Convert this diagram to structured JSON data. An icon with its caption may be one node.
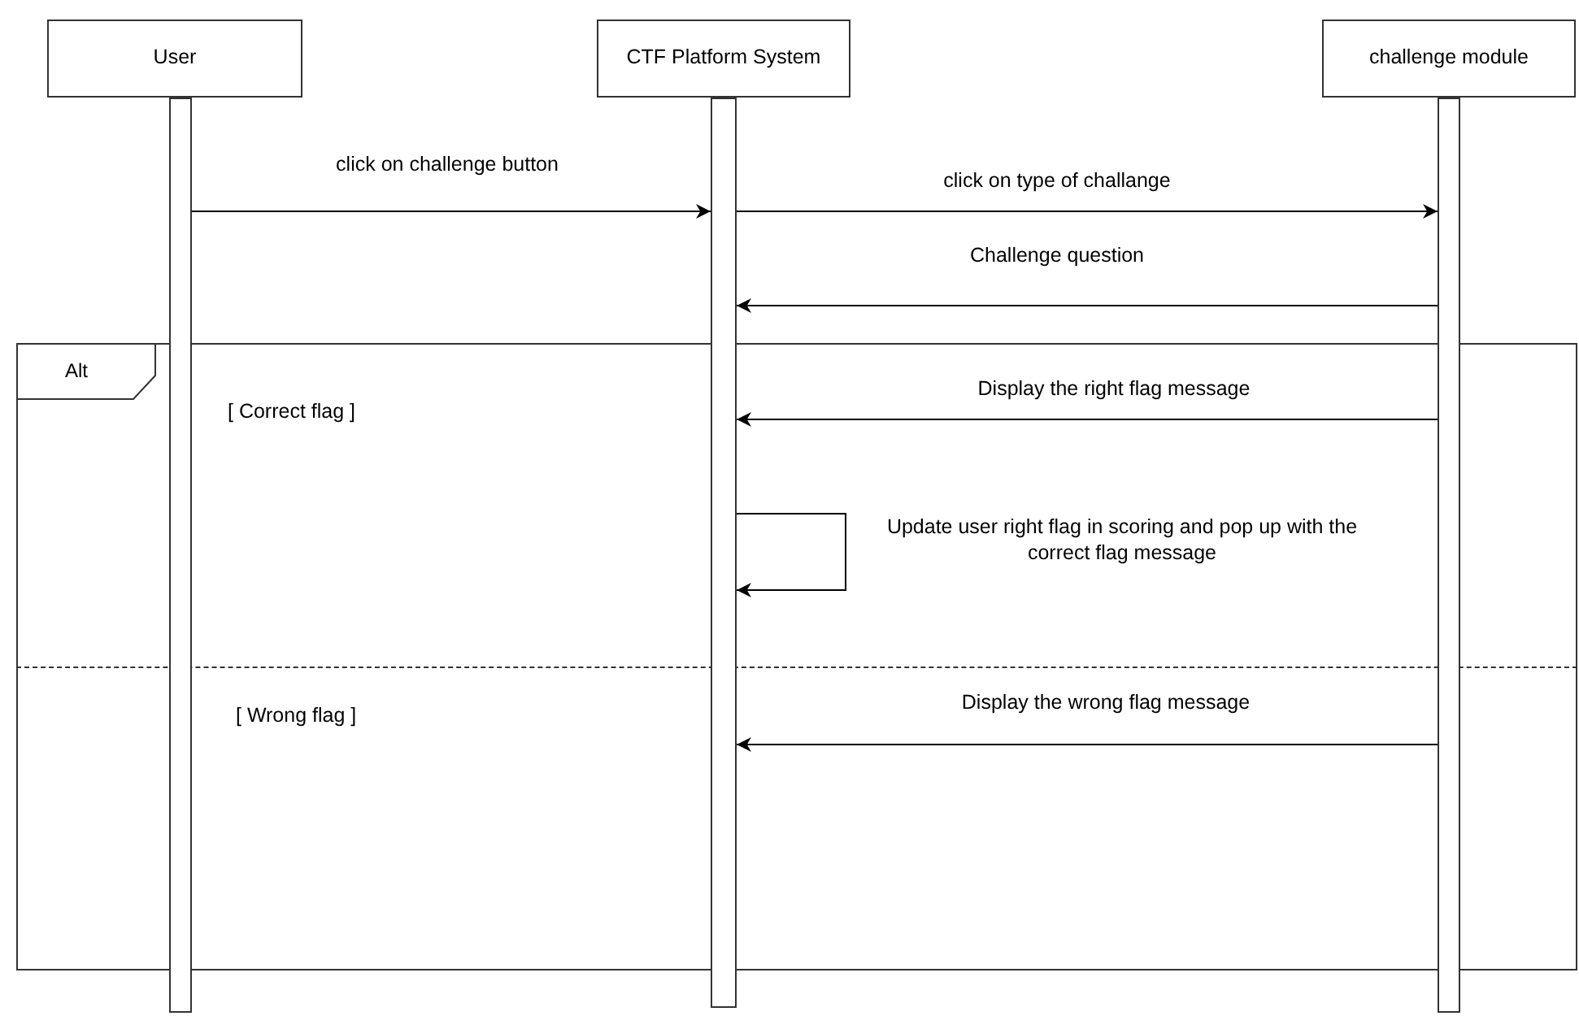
{
  "diagram": {
    "nodes": [
      {
        "text": [
          "User"
        ]
      },
      {
        "text": [
          "CTF Platform System"
        ]
      },
      {
        "text": [
          "challenge module"
        ]
      },
      {
        "text": [],
        "shape": "bar"
      },
      {
        "text": [],
        "shape": "bar"
      },
      {
        "text": [],
        "shape": "bar"
      },
      {
        "text": [
          "Alt"
        ]
      }
    ],
    "edges": [
      {
        "from": 3,
        "to": 4,
        "arrow": "to",
        "label": "click on challenge button"
      },
      {
        "from": 4,
        "to": 5,
        "arrow": "to",
        "label": "click on type of challange"
      },
      {
        "from": 5,
        "to": 4,
        "arrow": "to",
        "label": "Challenge question"
      },
      {
        "from": 5,
        "to": 4,
        "arrow": "to",
        "label": "Display the right flag message"
      },
      {
        "from": 4,
        "to": 4,
        "arrow": "to",
        "label": "Update user right flag in scoring and pop up with the correct flag message"
      },
      {
        "from": 5,
        "to": 4,
        "arrow": "to",
        "label": "Display the wrong flag message"
      }
    ],
    "labels": [
      "[ Correct flag ]",
      "[ Wrong flag ]"
    ]
  }
}
